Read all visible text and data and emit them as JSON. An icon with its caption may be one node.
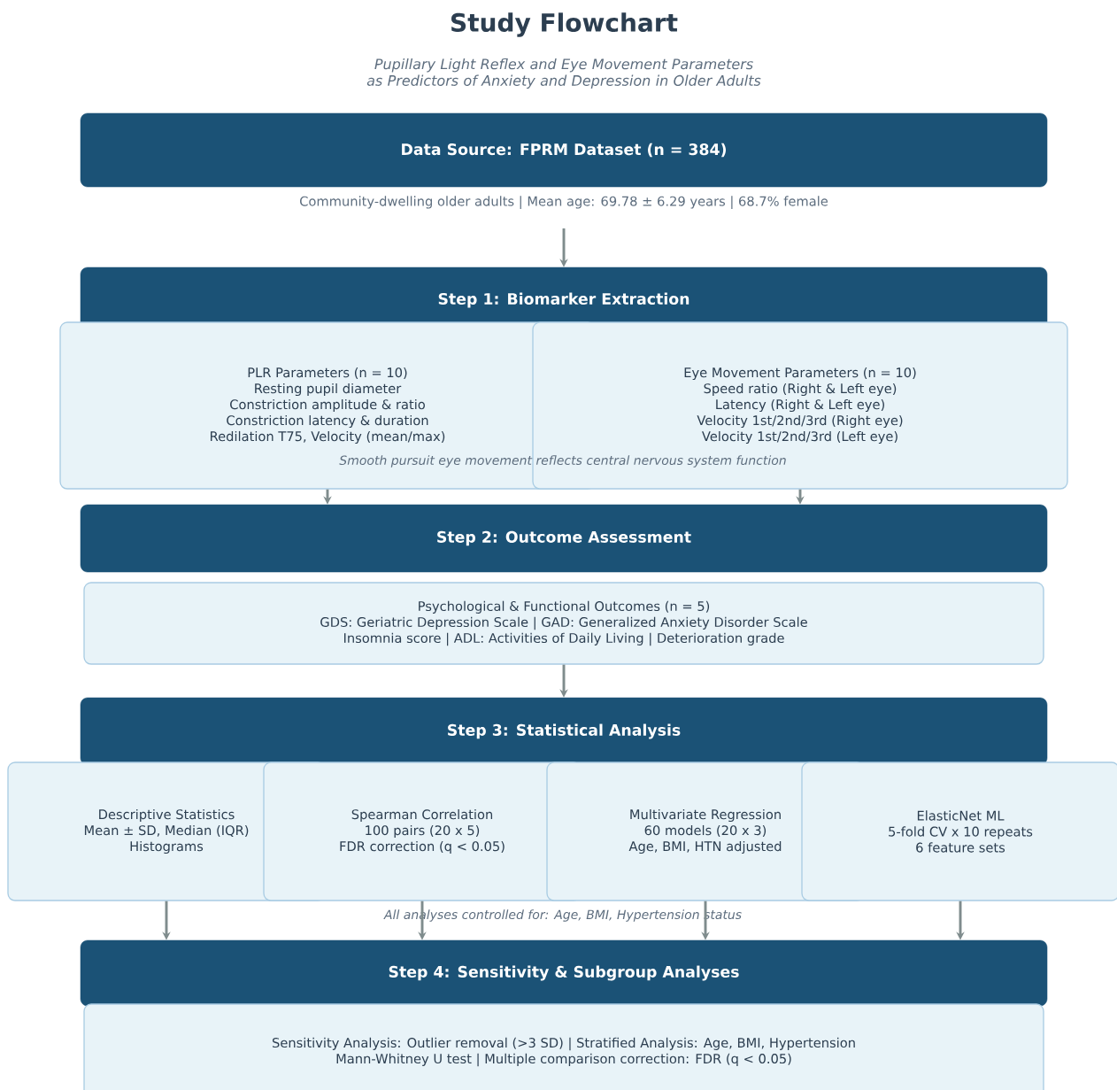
{
  "diagram": {
    "title": "Study Flowchart",
    "caption": "Pupillary Light Reflex and Eye Movement Parameters as Predictors of Anxiety and Depression in Older Adults",
    "nodes": [
      {
        "text": [
          "Data Source: FPRM Dataset (n = 384)"
        ],
        "beside": [
          "Community-dwelling older adults  |  Mean age: 69.78 ± 6.29 years  |  68.7% female"
        ]
      },
      {
        "text": [
          "Step 1: Biomarker Extraction"
        ]
      },
      {
        "text": [
          "PLR Parameters (n = 10)",
          "Resting pupil diameter",
          "Constriction amplitude & ratio",
          "Constriction latency & duration",
          "Redilation T75, Velocity (mean/max)"
        ]
      },
      {
        "text": [
          "Eye Movement Parameters (n = 10)",
          "Speed ratio (Right & Left eye)",
          "Latency (Right & Left eye)",
          "Velocity 1st/2nd/3rd (Right eye)",
          "Velocity 1st/2nd/3rd (Left eye)"
        ]
      },
      {
        "text": [
          "Step 2: Outcome Assessment"
        ]
      },
      {
        "text": [
          "Psychological & Functional Outcomes (n = 5)",
          "GDS: Geriatric Depression Scale  |  GAD: Generalized Anxiety Disorder Scale",
          "Insomnia score  |  ADL: Activities of Daily Living  |  Deterioration grade"
        ]
      },
      {
        "text": [
          "Step 3: Statistical Analysis"
        ]
      },
      {
        "text": [
          "Descriptive Statistics",
          "Mean ± SD, Median (IQR)",
          "Histograms"
        ]
      },
      {
        "text": [
          "Spearman Correlation",
          "100 pairs (20 x 5)",
          "FDR correction (q < 0.05)"
        ]
      },
      {
        "text": [
          "Multivariate Regression",
          "60 models (20 x 3)",
          "Age, BMI, HTN adjusted"
        ]
      },
      {
        "text": [
          "ElasticNet ML",
          "5-fold CV x 10 repeats",
          "6 feature sets"
        ]
      },
      {
        "text": [
          "Step 4: Sensitivity & Subgroup Analyses"
        ]
      },
      {
        "text": [
          "Sensitivity Analysis: Outlier removal (>3 SD)  |  Stratified Analysis: Age, BMI, Hypertension",
          "Mann-Whitney U test  |  Multiple comparison correction: FDR (q < 0.05)"
        ]
      }
    ],
    "edges": [
      {
        "from": 0,
        "to": 1,
        "arrow": "to"
      },
      {
        "from": 2,
        "to": 4,
        "arrow": "to"
      },
      {
        "from": 3,
        "to": 4,
        "arrow": "to"
      },
      {
        "from": 5,
        "to": 6,
        "arrow": "to"
      },
      {
        "from": 7,
        "to": 11,
        "arrow": "to"
      },
      {
        "from": 8,
        "to": 11,
        "arrow": "to"
      },
      {
        "from": 9,
        "to": 11,
        "arrow": "to"
      },
      {
        "from": 10,
        "to": 11,
        "arrow": "to"
      }
    ],
    "labels": [
      "Smooth pursuit eye movement reflects central nervous system function",
      "All analyses controlled for: Age, BMI, Hypertension status"
    ]
  }
}
